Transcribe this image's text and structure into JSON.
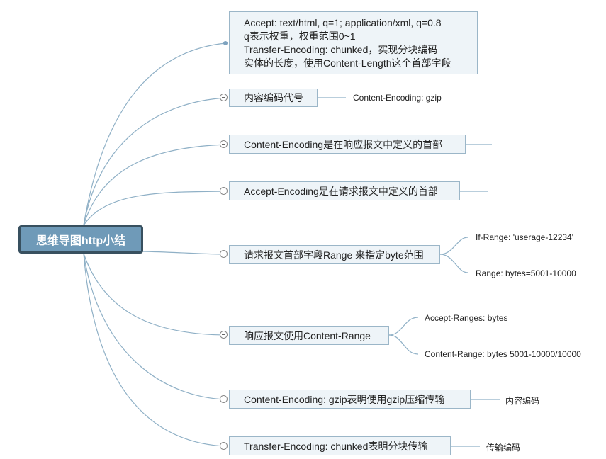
{
  "central": {
    "label": "思维导图http小结"
  },
  "note": {
    "lines": [
      "Accept: text/html, q=1; application/xml, q=0.8",
      "q表示权重，权重范围0~1",
      "Transfer-Encoding: chunked，实现分块编码",
      "实体的长度，使用Content-Length这个首部字段"
    ]
  },
  "topics": [
    {
      "label": "内容编码代号",
      "children": [
        "Content-Encoding: gzip"
      ]
    },
    {
      "label": "Content-Encoding是在响应报文中定义的首部",
      "children": []
    },
    {
      "label": "Accept-Encoding是在请求报文中定义的首部",
      "children": []
    },
    {
      "label": "请求报文首部字段Range 来指定byte范围",
      "children": [
        "If-Range: 'userage-12234'",
        "Range: bytes=5001-10000"
      ]
    },
    {
      "label": "响应报文使用Content-Range",
      "children": [
        "Accept-Ranges: bytes",
        "Content-Range: bytes 5001-10000/10000"
      ]
    },
    {
      "label": "Content-Encoding: gzip表明使用gzip压缩传输",
      "children": [
        "内容编码"
      ]
    },
    {
      "label": "Transfer-Encoding: chunked表明分块传输",
      "children": [
        "传输编码"
      ]
    }
  ]
}
